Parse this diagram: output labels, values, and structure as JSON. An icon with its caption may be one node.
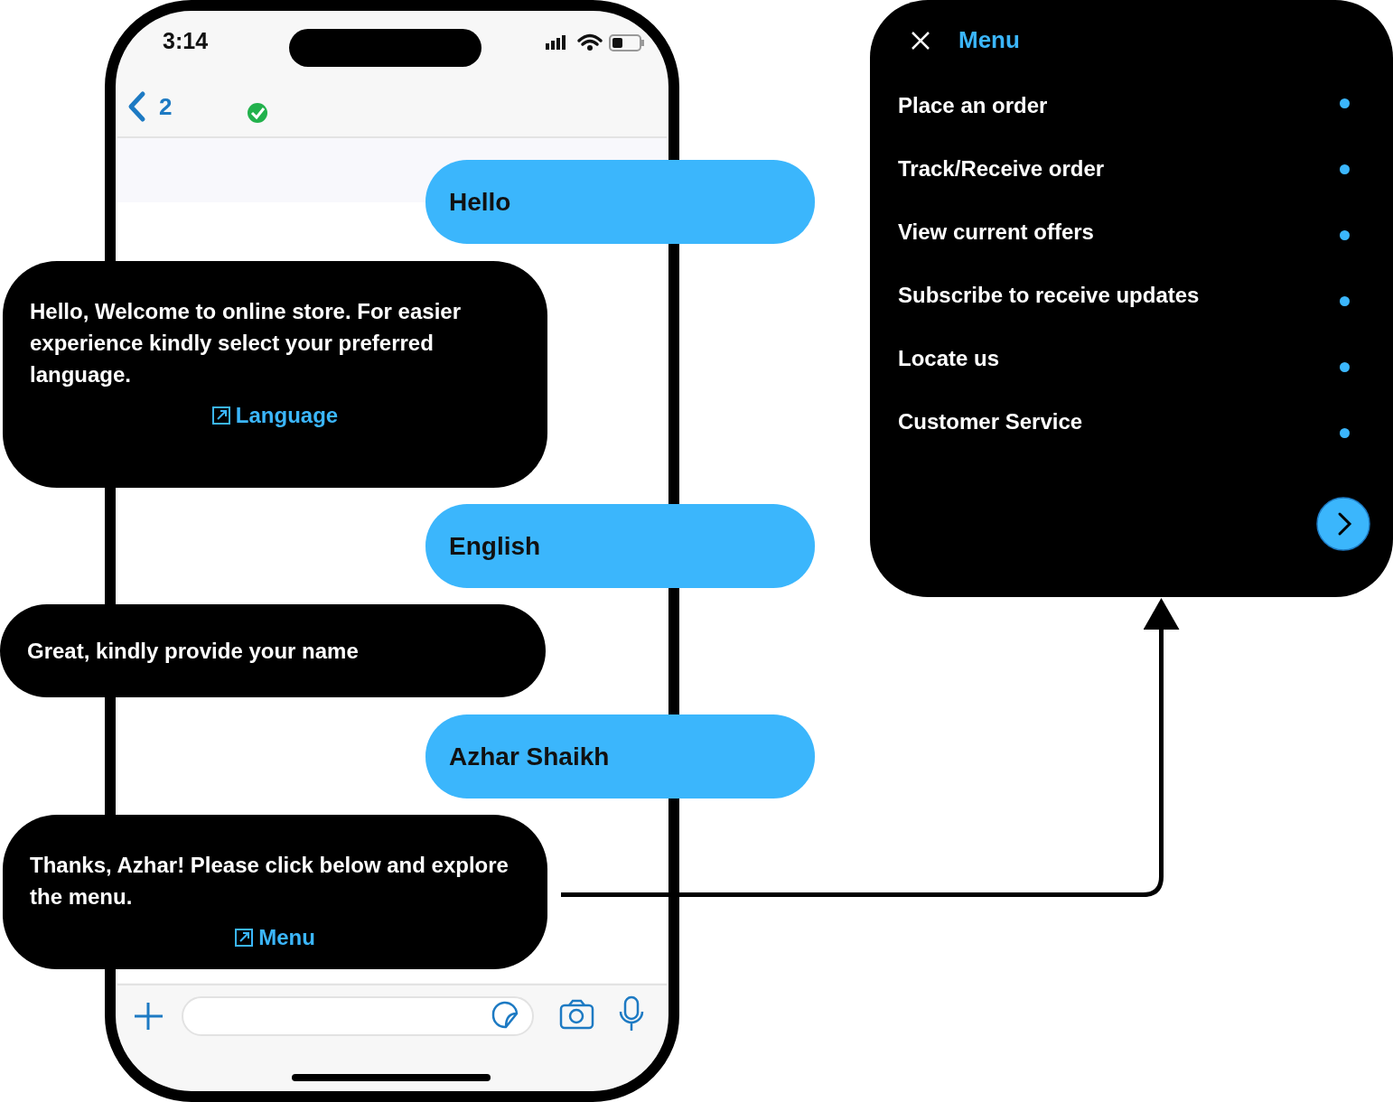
{
  "diagram": {
    "nodes": [
      {
        "text": [
          "Hello"
        ]
      },
      {
        "text": [
          "Hello, Welcome to online store. For easier experience kindly select your preferred language.",
          "Language"
        ]
      },
      {
        "text": [
          "English"
        ]
      },
      {
        "text": [
          "Great, kindly provide your name"
        ]
      },
      {
        "text": [
          "Azhar Shaikh"
        ]
      },
      {
        "text": [
          "Thanks, Azhar! Please click below and explore the menu.",
          "Menu"
        ]
      },
      {
        "text": [
          "Menu",
          "Place an order",
          "Track/Receive order",
          "View current offers",
          "Subscribe to receive updates",
          "Locate us",
          "Customer Service"
        ]
      }
    ],
    "edges": [
      {
        "from": 5,
        "to": 6,
        "arrow": "to"
      }
    ],
    "labels": [
      "3:14",
      "2"
    ]
  }
}
